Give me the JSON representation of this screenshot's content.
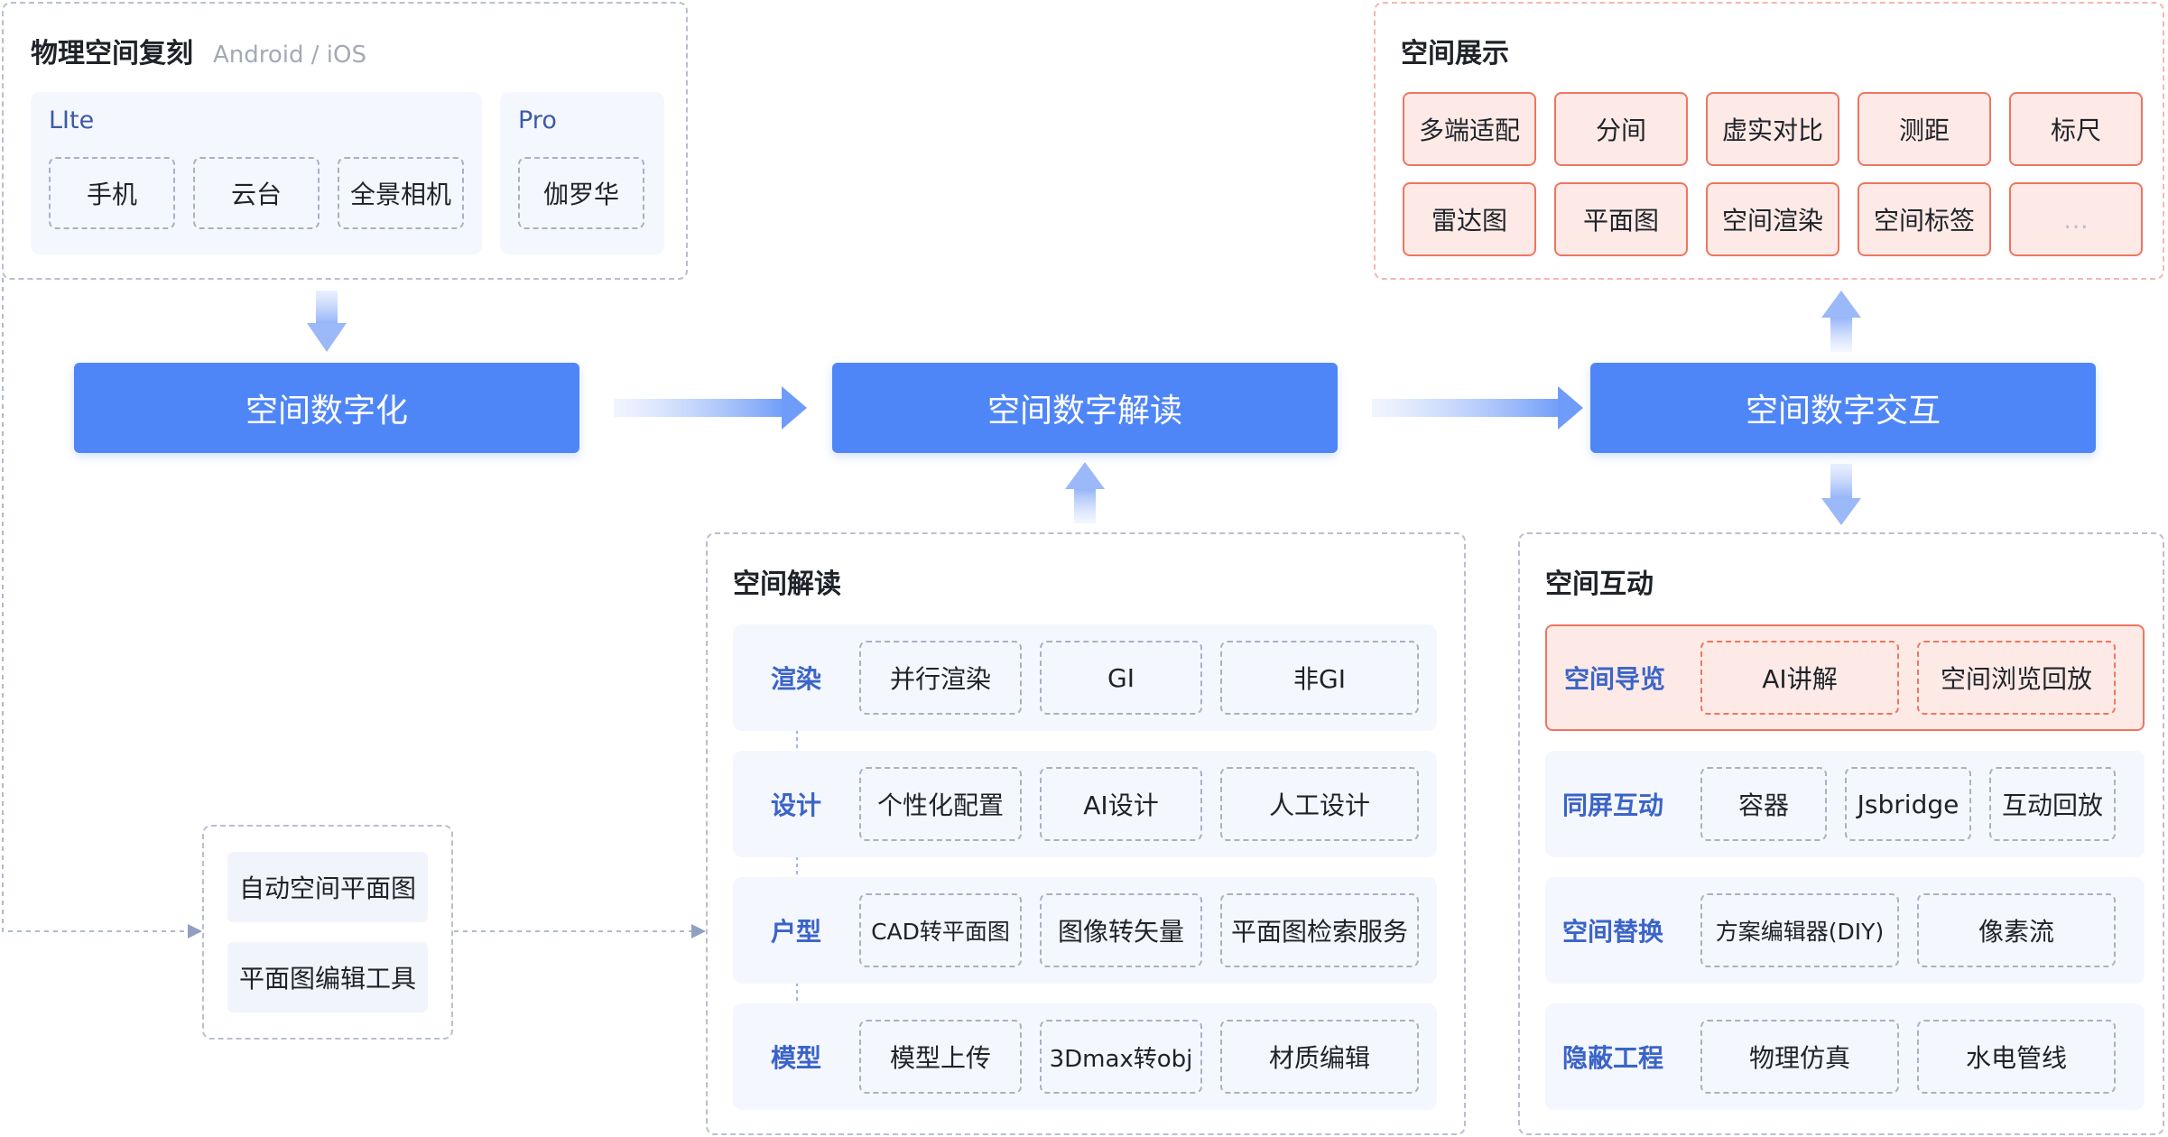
{
  "capture": {
    "title": "物理空间复刻",
    "subtitle": "Android / iOS",
    "lite": {
      "label": "LIte",
      "items": [
        "手机",
        "云台",
        "全景相机"
      ]
    },
    "pro": {
      "label": "Pro",
      "items": [
        "伽罗华"
      ]
    }
  },
  "main_flow": {
    "digitize": "空间数字化",
    "interpret": "空间数字解读",
    "interact": "空间数字交互"
  },
  "floorplan_tools": {
    "items": [
      "自动空间平面图",
      "平面图编辑工具"
    ]
  },
  "display": {
    "title": "空间展示",
    "row1": [
      "多端适配",
      "分间",
      "虚实对比",
      "测距",
      "标尺"
    ],
    "row2": [
      "雷达图",
      "平面图",
      "空间渲染",
      "空间标签",
      "…"
    ]
  },
  "interpretation": {
    "title": "空间解读",
    "rows": [
      {
        "label": "渲染",
        "items": [
          "并行渲染",
          "GI",
          "非GI"
        ]
      },
      {
        "label": "设计",
        "items": [
          "个性化配置",
          "AI设计",
          "人工设计"
        ]
      },
      {
        "label": "户型",
        "items": [
          "CAD转平面图",
          "图像转矢量",
          "平面图检索服务"
        ]
      },
      {
        "label": "模型",
        "items": [
          "模型上传",
          "3Dmax转obj",
          "材质编辑"
        ]
      }
    ]
  },
  "interaction": {
    "title": "空间互动",
    "rows": [
      {
        "label": "空间导览",
        "items": [
          "AI讲解",
          "空间浏览回放"
        ]
      },
      {
        "label": "同屏互动",
        "items": [
          "容器",
          "Jsbridge",
          "互动回放"
        ]
      },
      {
        "label": "空间替换",
        "items": [
          "方案编辑器(DIY)",
          "像素流"
        ]
      },
      {
        "label": "隐蔽工程",
        "items": [
          "物理仿真",
          "水电管线"
        ]
      }
    ]
  },
  "colors": {
    "primary_blue": "#4f86f7",
    "accent_red": "#ef7560",
    "red_fill": "#fdeae6",
    "label_blue": "#3b64c8"
  }
}
